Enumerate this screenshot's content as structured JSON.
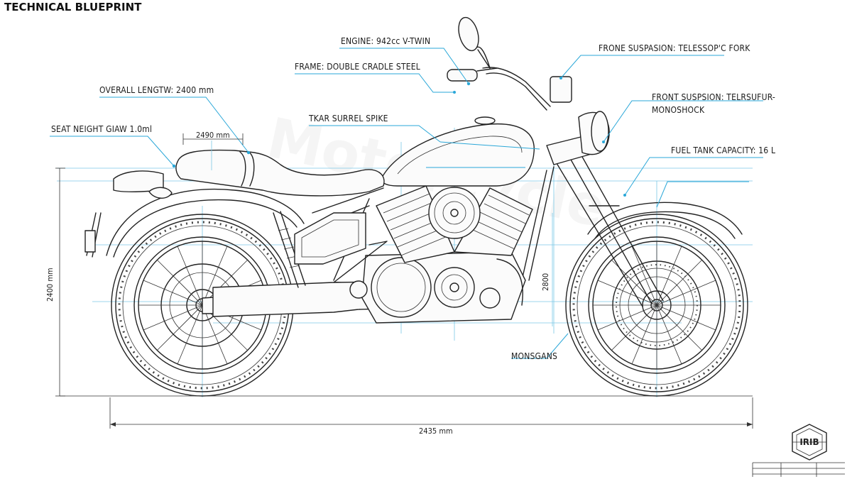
{
  "title": "TECHNICAL BLUEPRINT",
  "callouts": {
    "engine": "ENGINE: 942cc V-TWIN",
    "frame": "FRAME: DOUBLE CRADLE STEEL",
    "front_susp_1": "FRONE SUSPASION: TELESSOP'C FORK",
    "front_susp_2_line1": "FRONT SUSPSION: TELRSUFUR-",
    "front_susp_2_line2": "MONOSHOCK",
    "overall_length": "OVERALL LENGTW: 2400 mm",
    "seat_height": "SEAT NEIGHT GIAW 1.0ml",
    "rear_susp": "TKAR SURREL SPIKE",
    "fuel_tank": "FUEL TANK CAPACITY: 16 L",
    "misc": "MONSGANS"
  },
  "dimensions": {
    "seat_dim": "2490 mm",
    "height_dim": "2400 mm",
    "wheelbase_dim": "2435 mm",
    "mid_dim": "2800"
  },
  "stamp": {
    "text": "IRIB"
  },
  "watermark": "Motorcycle",
  "colors": {
    "ink": "#222222",
    "leader": "#2aa7d8",
    "background": "#ffffff"
  }
}
